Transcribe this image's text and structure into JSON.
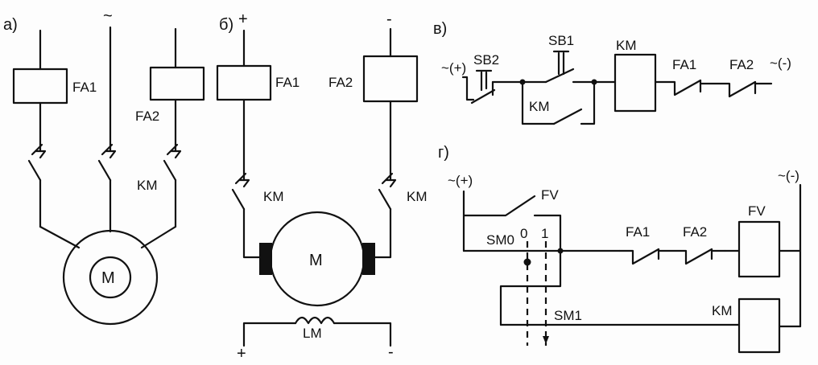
{
  "panels": {
    "a": {
      "label": "а)",
      "tilde": "~",
      "fa1": "FA1",
      "fa2": "FA2",
      "km": "KM",
      "motor": "M"
    },
    "b": {
      "label": "б)",
      "plus_top": "+",
      "minus_top": "-",
      "fa1": "FA1",
      "fa2": "FA2",
      "km_left": "KM",
      "km_right": "KM",
      "motor": "M",
      "field": "LM",
      "plus_bottom": "+",
      "minus_bottom": "-"
    },
    "v": {
      "label": "в)",
      "left_supply": "~(+)",
      "right_supply": "~(-)",
      "sb2": "SB2",
      "sb1": "SB1",
      "km_contact": "KM",
      "km_coil": "KM",
      "fa1": "FA1",
      "fa2": "FA2"
    },
    "g": {
      "label": "г)",
      "left_supply": "~(+)",
      "right_supply": "~(-)",
      "fv_contact": "FV",
      "fv_coil": "FV",
      "sm0": "SM0",
      "pos0": "0",
      "pos1": "1",
      "fa1": "FA1",
      "fa2": "FA2",
      "sm1": "SM1",
      "km_coil": "KM"
    }
  }
}
